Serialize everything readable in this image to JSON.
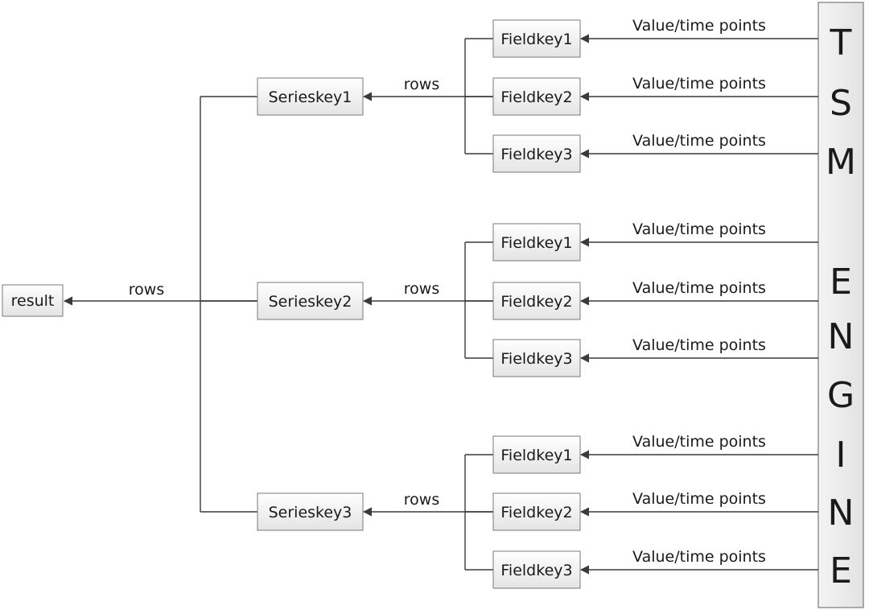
{
  "result": {
    "label": "result",
    "edge_label": "rows"
  },
  "engine": {
    "letters": [
      "T",
      "S",
      "M",
      "E",
      "N",
      "G",
      "I",
      "N",
      "E"
    ]
  },
  "series": [
    {
      "label": "Serieskey1",
      "edge_label": "rows",
      "fields": [
        {
          "label": "Fieldkey1",
          "edge_label": "Value/time points"
        },
        {
          "label": "Fieldkey2",
          "edge_label": "Value/time points"
        },
        {
          "label": "Fieldkey3",
          "edge_label": "Value/time points"
        }
      ]
    },
    {
      "label": "Serieskey2",
      "edge_label": "rows",
      "fields": [
        {
          "label": "Fieldkey1",
          "edge_label": "Value/time points"
        },
        {
          "label": "Fieldkey2",
          "edge_label": "Value/time points"
        },
        {
          "label": "Fieldkey3",
          "edge_label": "Value/time points"
        }
      ]
    },
    {
      "label": "Serieskey3",
      "edge_label": "rows",
      "fields": [
        {
          "label": "Fieldkey1",
          "edge_label": "Value/time points"
        },
        {
          "label": "Fieldkey2",
          "edge_label": "Value/time points"
        },
        {
          "label": "Fieldkey3",
          "edge_label": "Value/time points"
        }
      ]
    }
  ]
}
